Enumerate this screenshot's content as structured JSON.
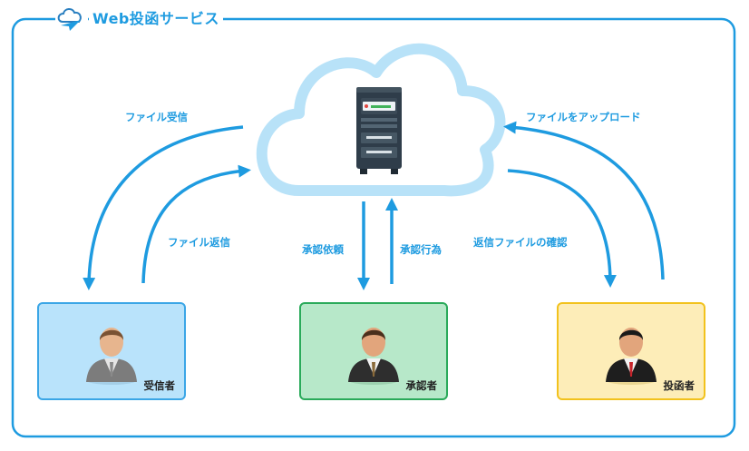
{
  "title": "Web投函サービス",
  "flows": {
    "receiver_download": "ファイル受信",
    "receiver_reply": "ファイル返信",
    "approval_request": "承認依頼",
    "approval_action": "承認行為",
    "confirm_return": "返信ファイルの確認",
    "upload": "ファイルをアップロード"
  },
  "roles": {
    "receiver": "受信者",
    "approver": "承認者",
    "sender": "投函者"
  },
  "colors": {
    "accent": "#1e9be0",
    "cloud": "#b8e2f8",
    "receiver_fill": "#b9e3fb",
    "approver_fill": "#b7e8c9",
    "sender_fill": "#fdedb8"
  },
  "icons": {
    "logo": "cloud-paper-plane-icon",
    "server": "server-rack-icon",
    "person": "businessman-avatar-icon"
  }
}
